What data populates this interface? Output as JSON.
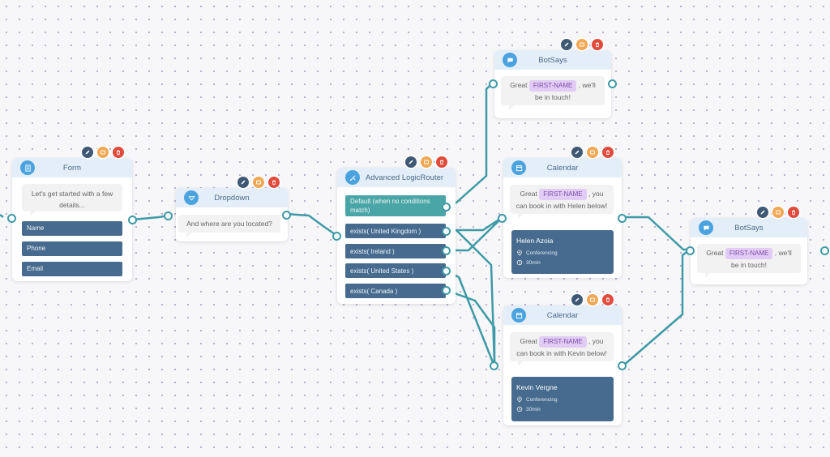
{
  "nodes": {
    "form": {
      "title": "Form",
      "message": "Let's get started with a few details...",
      "fields": [
        "Name",
        "Phone",
        "Email"
      ]
    },
    "dropdown": {
      "title": "Dropdown",
      "message": "And where are you located?"
    },
    "router": {
      "title": "Advanced LogicRouter",
      "rules": [
        "Default (when no conditions match)",
        "exists( United Kingdom )",
        "exists( Ireland )",
        "exists( United States )",
        "exists( Canada )"
      ]
    },
    "botsays_top": {
      "title": "BotSays",
      "before": "Great",
      "chip": "FIRST-NAME",
      "after": ", we'll be in touch!"
    },
    "calendar_helen": {
      "title": "Calendar",
      "before": "Great",
      "chip": "FIRST-NAME",
      "after": ", you can book in with Helen below!",
      "card_name": "Helen Azoia",
      "card_location": "Conferencing",
      "card_duration": "30min"
    },
    "calendar_kevin": {
      "title": "Calendar",
      "before": "Great",
      "chip": "FIRST-NAME",
      "after": ", you can book in with Kevin below!",
      "card_name": "Kevin Vergne",
      "card_location": "Conferencing",
      "card_duration": "30min"
    },
    "botsays_right": {
      "title": "BotSays",
      "before": "Great",
      "chip": "FIRST-NAME",
      "after": ", we'll be in touch!"
    }
  },
  "icons": {
    "form": "form-icon",
    "dropdown": "dropdown-icon",
    "router": "router-icon",
    "botsays": "chat-icon",
    "calendar": "calendar-icon",
    "edit": "edit-icon",
    "note": "note-icon",
    "delete": "delete-icon",
    "location": "location-icon",
    "clock": "clock-icon"
  },
  "colors": {
    "connector": "#3e9aa6",
    "field": "#466b8e",
    "default_rule": "#4aa6a6",
    "header": "#e4eef8",
    "icon_bg": "#4aa3df",
    "chip_bg": "#e2ccf5",
    "edit": "#3f5974",
    "note": "#f0a855",
    "delete": "#e04b3c"
  }
}
